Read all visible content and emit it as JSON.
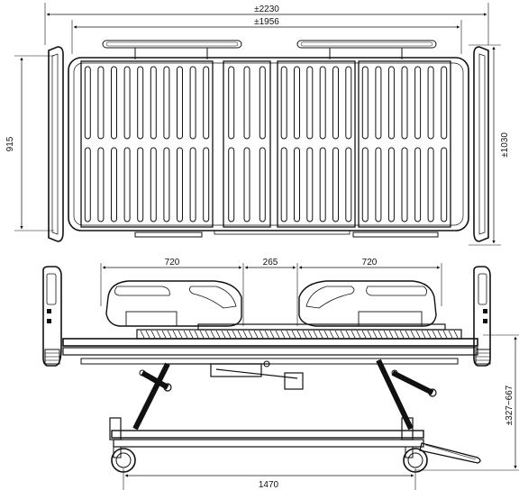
{
  "diagram": {
    "title": "",
    "top_view": {
      "overall_length": "±2230",
      "inner_length": "±1956",
      "overall_width": "±1030",
      "inner_width": "915"
    },
    "side_view": {
      "left_section": "720",
      "middle_section": "265",
      "right_section": "720",
      "wheelbase": "1470",
      "height_range": "±327~667"
    },
    "colors": {
      "line": "#111111",
      "background": "#ffffff"
    }
  }
}
